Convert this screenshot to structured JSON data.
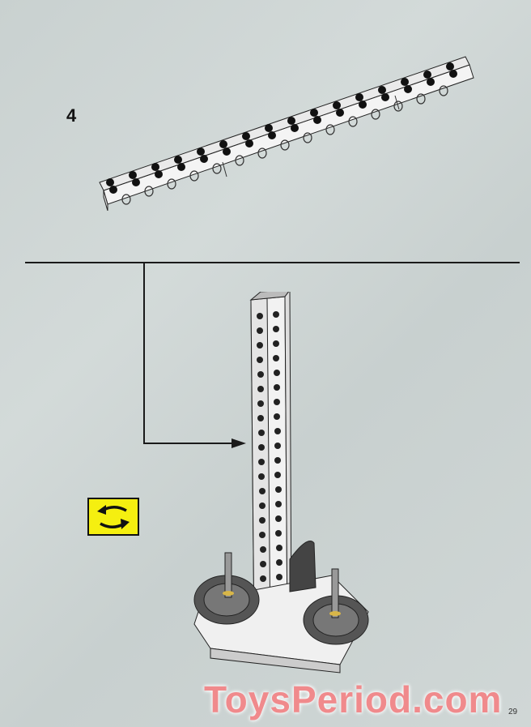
{
  "page": {
    "step_number": "4",
    "page_number": "29",
    "watermark": "ToysPeriod.com"
  },
  "icons": {
    "rotate": "rotate-model-icon",
    "callout_arrow": "callout-arrow-icon"
  },
  "colors": {
    "background": "#ccd4d3",
    "rotate_badge": "#f5ef10",
    "watermark": "#f08a8c",
    "line": "#1a1a1a"
  },
  "parts": {
    "top_assembly": "Technic beam 1x16 assembly (three bricks joined)",
    "bottom_assembly": "Vertical beam tower on gear base"
  }
}
